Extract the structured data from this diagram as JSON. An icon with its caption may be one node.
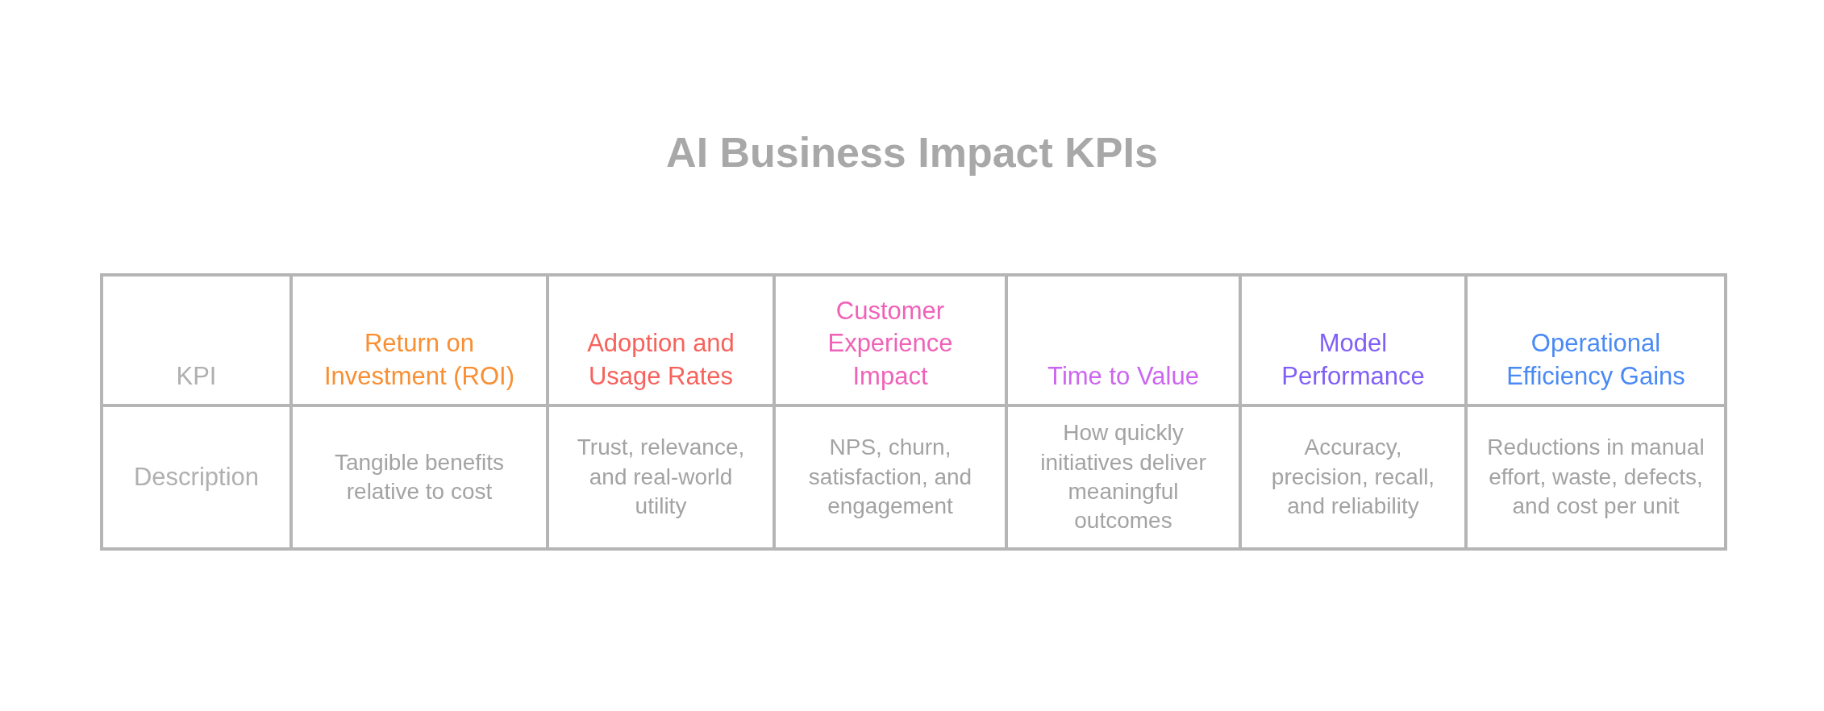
{
  "diagram": {
    "title": "AI Business Impact KPIs",
    "labels": [
      "KPI",
      "Return on Investment (ROI)",
      "Adoption and Usage Rates",
      "Customer Experience Impact",
      "Time to Value",
      "Model Performance",
      "Operational Efficiency Gains",
      "Description",
      "Tangible benefits relative to cost",
      "Trust, relevance, and real-world utility",
      "NPS, churn, satisfaction, and engagement",
      "How quickly initiatives deliver meaningful outcomes",
      "Accuracy, precision, recall, and reliability",
      "Reductions in manual effort, waste, defects, and cost per unit"
    ]
  }
}
